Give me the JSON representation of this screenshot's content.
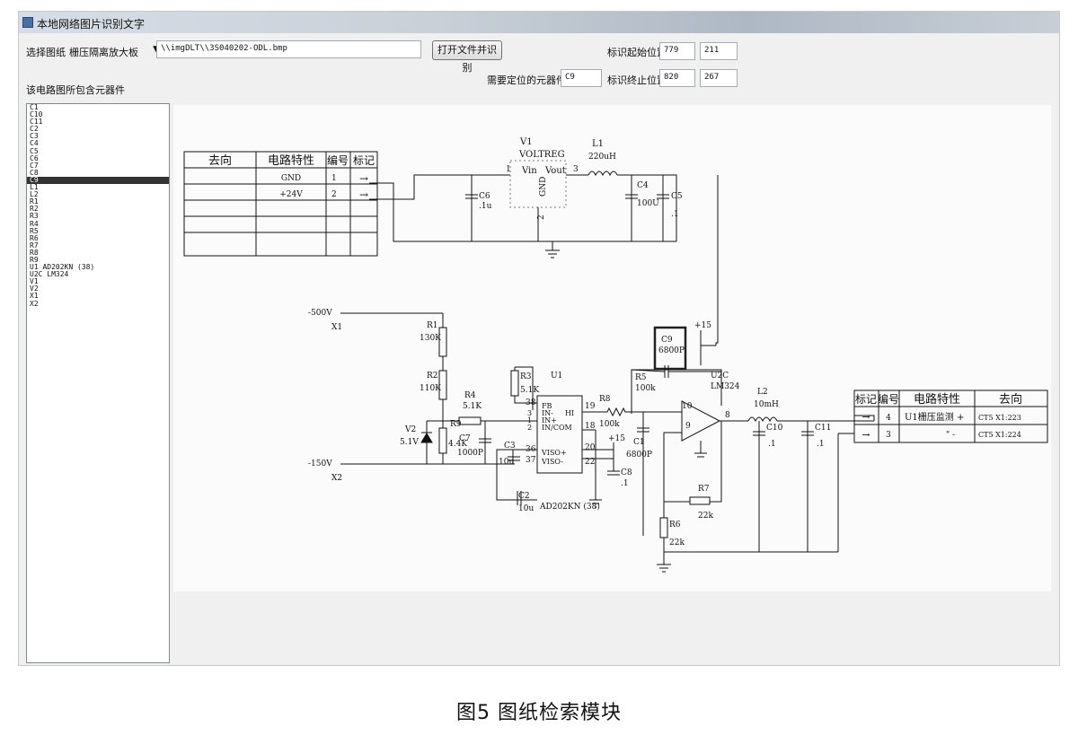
{
  "window": {
    "title": "本地网络图片识别文字"
  },
  "form": {
    "select_label": "选择图纸",
    "select_value": "栅压隔离放大板",
    "path_value": "\\\\imgDLT\\\\3S040202-ODL.bmp",
    "open_button": "打开文件并识别",
    "start_pos_label": "标识起始位置",
    "start_x": "779",
    "start_y": "211",
    "component_label": "需要定位的元器件",
    "component_value": "C9",
    "end_pos_label": "标识终止位置",
    "end_x": "820",
    "end_y": "267",
    "components_heading": "该电路图所包含元器件"
  },
  "components": {
    "items": [
      "C1",
      "C10",
      "C11",
      "C2",
      "C3",
      "C4",
      "C5",
      "C6",
      "C7",
      "C8",
      "C9",
      "L1",
      "L2",
      "R1",
      "R2",
      "R3",
      "R4",
      "R5",
      "R6",
      "R7",
      "R8",
      "R9",
      "U1 AD202KN (38)",
      "U2C LM324",
      "V1",
      "V2",
      "X1",
      "X2"
    ],
    "selected": "C9"
  },
  "schematic": {
    "left_table": {
      "headers": [
        "去向",
        "电路特性",
        "编号",
        "标记"
      ],
      "rows": [
        [
          "",
          "GND",
          "1",
          "→"
        ],
        [
          "",
          "+24V",
          "2",
          "→"
        ]
      ]
    },
    "right_table": {
      "headers": [
        "标记",
        "编号",
        "电路特性",
        "去向"
      ],
      "rows": [
        [
          "→",
          "4",
          "U1栅压监测 +",
          "CT5 X1:223"
        ],
        [
          "→",
          "3",
          "\" -",
          "CT5 X1:224"
        ]
      ]
    },
    "labels": {
      "v1": "V1",
      "voltreg": "VOLTREG",
      "vin": "Vin",
      "vout": "Vout",
      "gnd": "GND",
      "pin1": "1",
      "pin3": "3",
      "pin2": "2",
      "l1": "L1",
      "l1_val": "220uH",
      "c6": "C6",
      "c6_val": ".1u",
      "c4": "C4",
      "c4_val": "100U",
      "c5": "C5",
      "c5_val": ".1",
      "c9": "C9",
      "c9_val": "6800P",
      "p15a": "+15",
      "u2c": "U2C",
      "lm324": "LM324",
      "r5": "R5",
      "r5_val": "100k",
      "l2": "L2",
      "l2_val": "10mH",
      "neg500": "-500V",
      "x1": "X1",
      "r1": "R1",
      "r1_val": "130K",
      "r2": "R2",
      "r2_val": "110K",
      "r3": "R3",
      "r3_val": "5.1K",
      "r4": "R4",
      "r4_val": "5.1K",
      "u1": "U1",
      "r8": "R8",
      "r8_val": "100k",
      "pin10": "10",
      "pin9": "9",
      "pin8": "8",
      "c10": "C10",
      "c10_val": ".1",
      "c11": "C11",
      "c11_val": ".1",
      "v2": "V2",
      "v2_val": "5.1V",
      "r9": "R9",
      "r9_val": "4.4K",
      "c7": "C7",
      "c7_val": "1000P",
      "fb": "FB",
      "in_minus": "IN-",
      "in_plus": "IN+",
      "in_com": "IN/COM",
      "hi": "HI",
      "pin38": "38",
      "pin3b": "3",
      "pin1b": "1",
      "pin2b": "2",
      "pin19": "19",
      "pin18": "18",
      "c1": "C1",
      "c1_val": "6800P",
      "p15b": "+15",
      "neg150": "-150V",
      "x2": "X2",
      "c3": "C3",
      "c3_val": "10u",
      "pin36": "36",
      "pin37": "37",
      "pin20": "20",
      "pin22": "22",
      "viso_a": "VISO+",
      "viso_b": "VISO-",
      "c8": "C8",
      "c8_val": ".1",
      "r7": "R7",
      "r7_val": "22k",
      "r6": "R6",
      "r6_val": "22k",
      "c2": "C2",
      "c2_val": "10u",
      "ad202": "AD202KN (38)"
    }
  },
  "caption": "图5  图纸检索模块"
}
